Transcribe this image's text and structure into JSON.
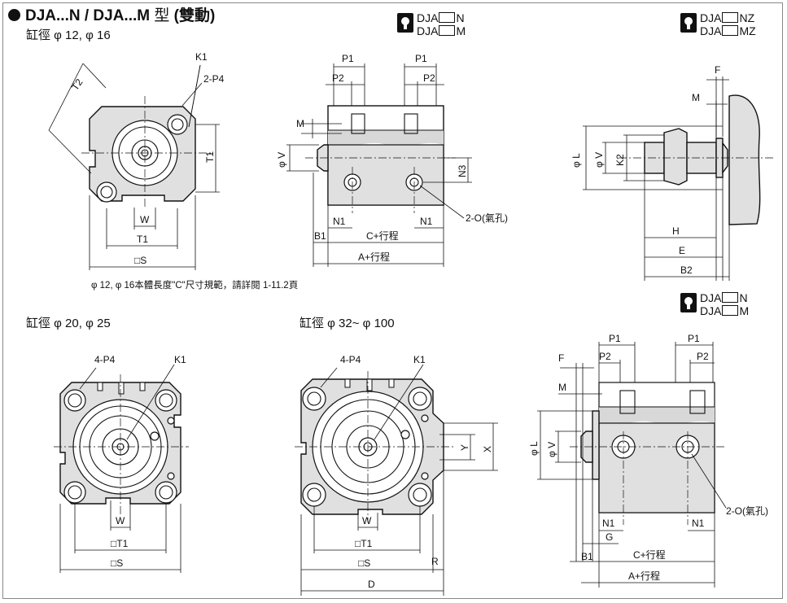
{
  "title": {
    "main": "DJA...N / DJA...M",
    "type_char": "型",
    "suffix": "(雙動)"
  },
  "bore_labels": {
    "top_left": "缸徑 φ 12, φ 16",
    "mid_left": "缸徑 φ 20, φ 25",
    "mid_right": "缸徑 φ 32~ φ 100"
  },
  "note": "φ 12, φ 16本體長度\"C\"尺寸規範，請詳閱 1-11.2頁",
  "model_tags": {
    "top_mid": [
      "DJA",
      "N",
      "DJA",
      "M"
    ],
    "top_right": [
      "DJA",
      "NZ",
      "DJA",
      "MZ"
    ],
    "mid_right": [
      "DJA",
      "N",
      "DJA",
      "M"
    ]
  },
  "icons": [
    "cad-disk-icon",
    "cad-disk-icon",
    "cad-disk-icon"
  ],
  "dims": {
    "T2": "T2",
    "K1": "K1",
    "P4_2": "2-P4",
    "P4_4": "4-P4",
    "T1": "T1",
    "W": "W",
    "S": "□S",
    "T1_sq": "□T1",
    "P1": "P1",
    "P2": "P2",
    "M": "M",
    "V": "φ V",
    "N3": "N3",
    "N1": "N1",
    "B1": "B1",
    "C": "C+行程",
    "A": "A+行程",
    "O2": "2-O(氣孔)",
    "F": "F",
    "L": "φ L",
    "K2": "K2",
    "H": "H",
    "E": "E",
    "B2": "B2",
    "X": "X",
    "Y": "Y",
    "R": "R",
    "D": "D",
    "G": "G"
  }
}
